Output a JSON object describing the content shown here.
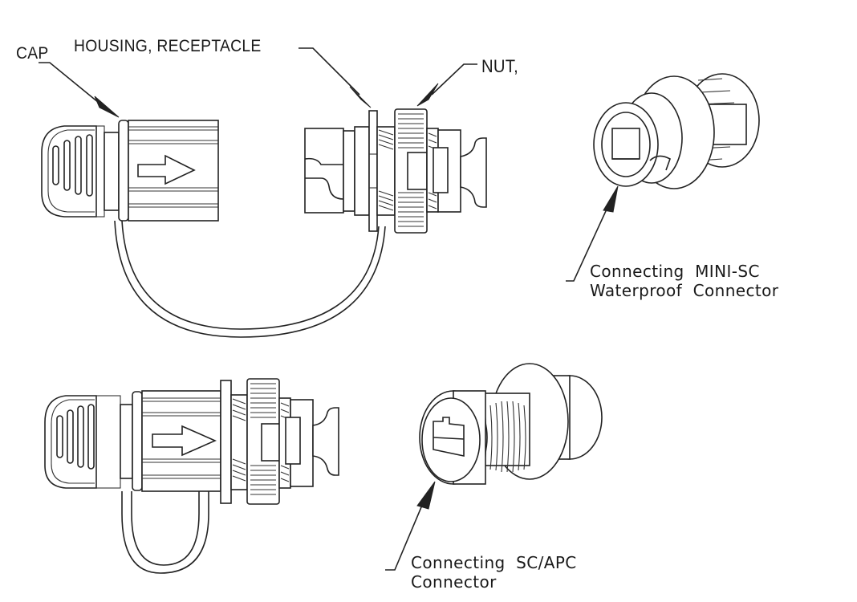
{
  "diagram": {
    "type": "technical-drawing",
    "subject": "waterproof fiber optic connector assembly",
    "labels": {
      "cap": "CAP",
      "housing_receptacle": "HOUSING, RECEPTACLE",
      "nut": "NUT,"
    },
    "callouts": {
      "mini_sc": {
        "line1": "Connecting  MINI-SC",
        "line2": "Waterproof  Connector"
      },
      "sc_apc": {
        "line1": "Connecting  SC/APC",
        "line2": "Connector"
      }
    },
    "views": [
      "exploded side view with cap tethered",
      "assembled side view with cap installed",
      "isometric view MINI-SC waterproof connector",
      "isometric view SC/APC connector"
    ]
  }
}
